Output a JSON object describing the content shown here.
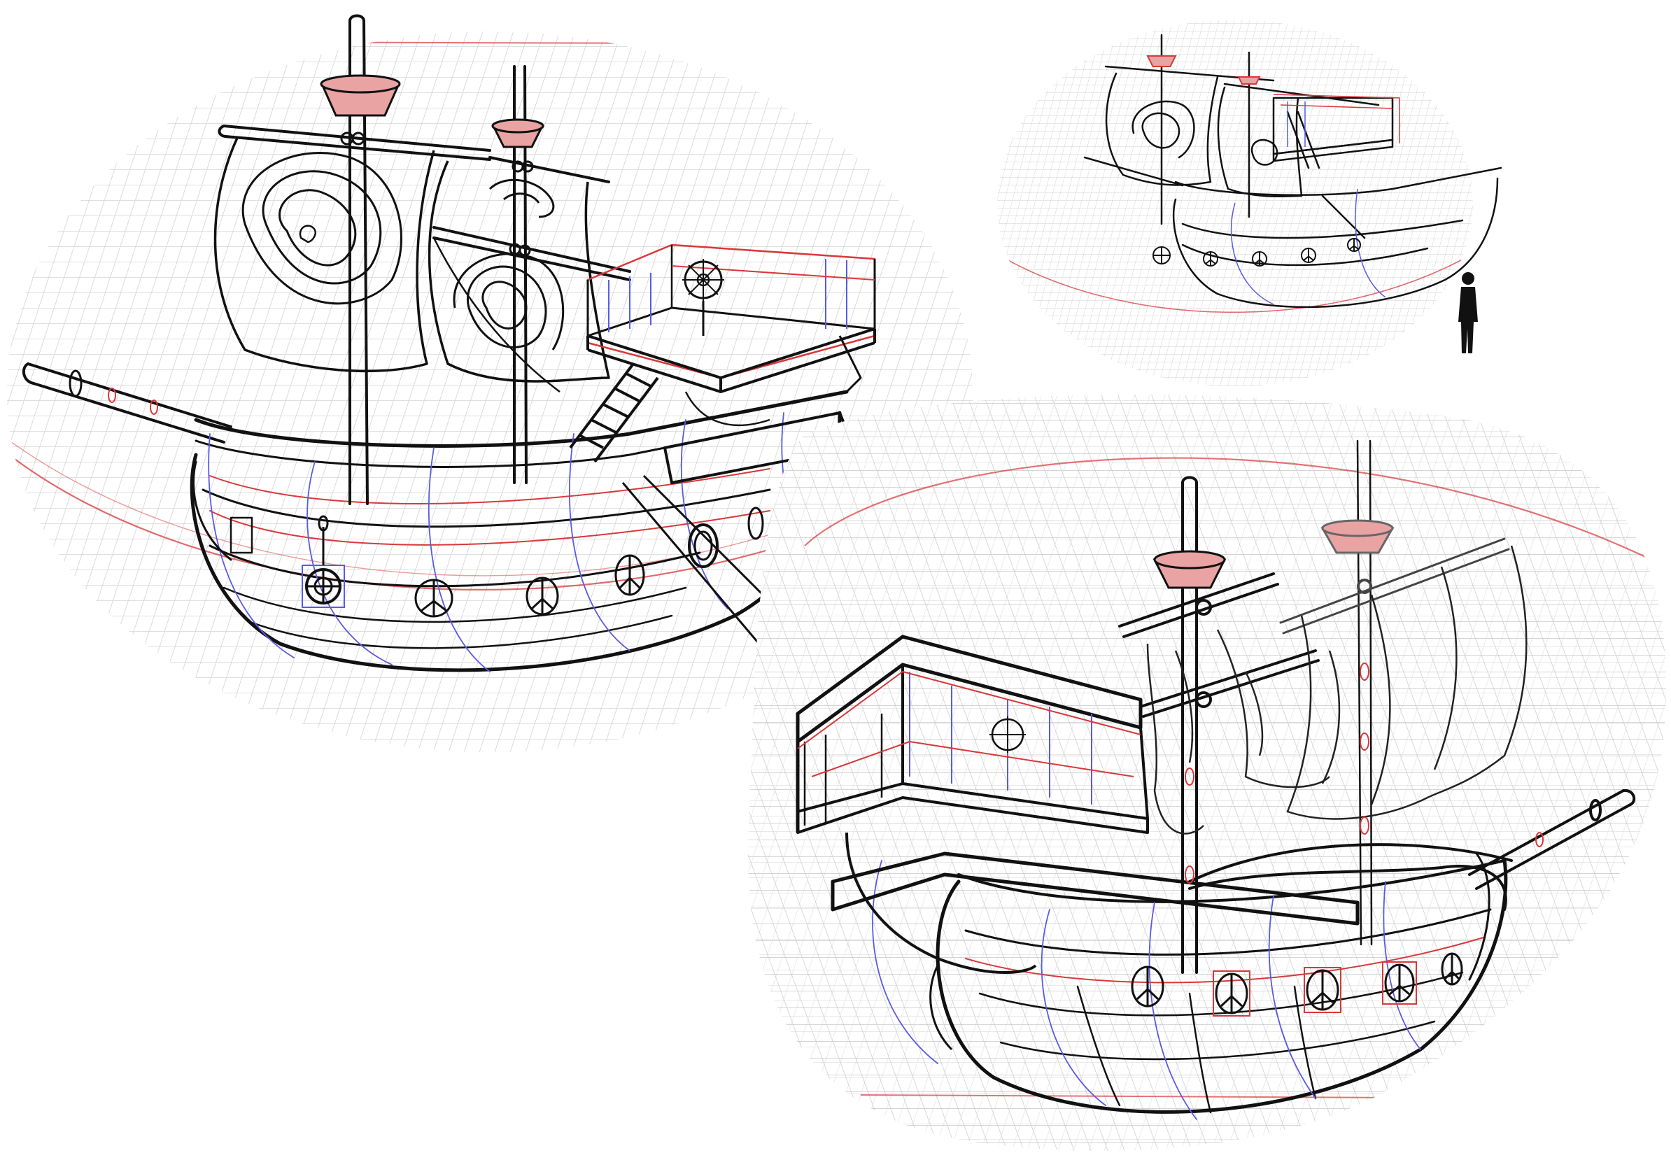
{
  "title": "",
  "colors": {
    "background": "#ffffff",
    "grid": "#c9c9c9",
    "grid_fine": "#e3e3e3",
    "ink": "#111111",
    "construction_red": "#d9383a",
    "construction_blue": "#5a5ae6",
    "red_fill": "#e9a3a3",
    "figure": "#111111"
  },
  "sketches": [
    {
      "id": "large-view",
      "description_visible_text": ""
    },
    {
      "id": "thumbnail-view",
      "description_visible_text": ""
    },
    {
      "id": "reverse-view",
      "description_visible_text": ""
    }
  ],
  "icons": {
    "porthole": "peace-sign-icon",
    "sail_marking": "topographic-map-icon",
    "scale_figure": "person-silhouette-icon",
    "wheel": "ship-wheel-icon"
  }
}
